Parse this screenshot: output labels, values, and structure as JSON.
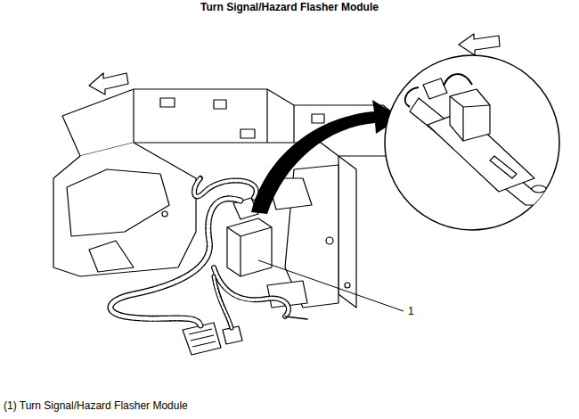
{
  "diagram": {
    "title": "Turn Signal/Hazard Flasher Module",
    "caption": "(1) Turn Signal/Hazard Flasher Module",
    "labels": [
      "1"
    ]
  }
}
